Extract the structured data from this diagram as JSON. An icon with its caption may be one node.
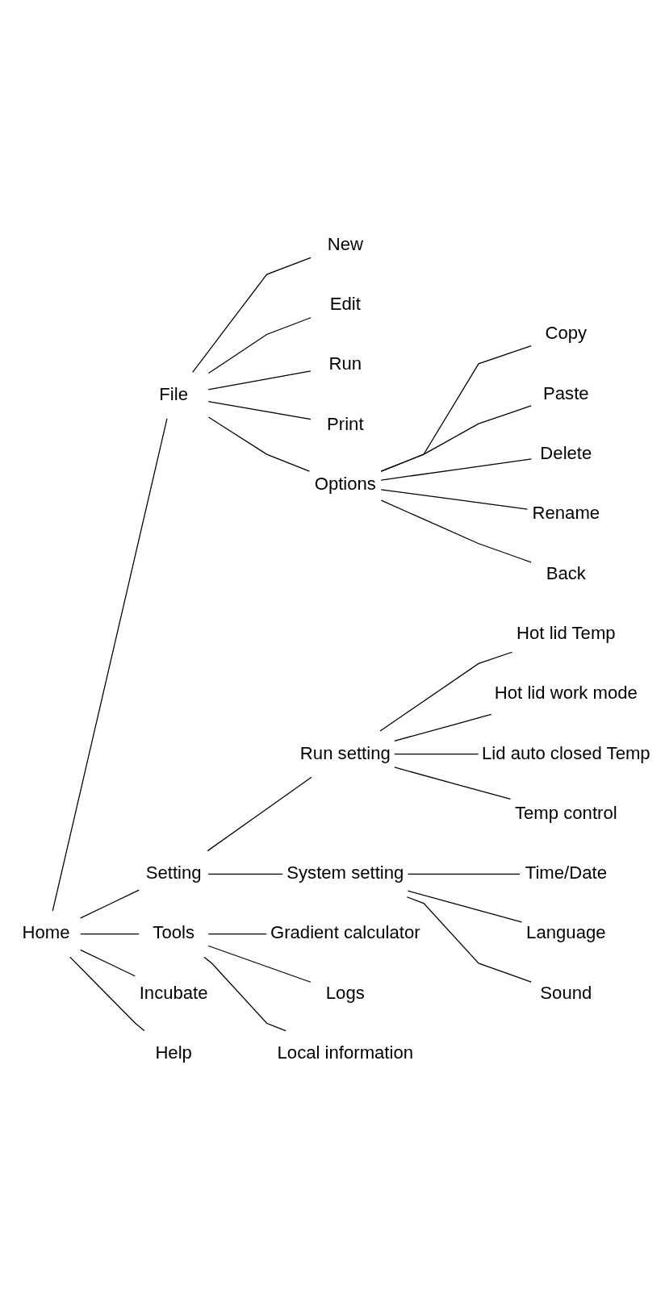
{
  "diagram": {
    "nodes": [
      {
        "text": [
          "Home"
        ]
      },
      {
        "text": [
          "File"
        ]
      },
      {
        "text": [
          "New"
        ]
      },
      {
        "text": [
          "Edit"
        ]
      },
      {
        "text": [
          "Run"
        ]
      },
      {
        "text": [
          "Print"
        ]
      },
      {
        "text": [
          "Options"
        ]
      },
      {
        "text": [
          "Copy"
        ]
      },
      {
        "text": [
          "Paste"
        ]
      },
      {
        "text": [
          "Delete"
        ]
      },
      {
        "text": [
          "Rename"
        ]
      },
      {
        "text": [
          "Back"
        ]
      },
      {
        "text": [
          "Setting"
        ]
      },
      {
        "text": [
          "Run setting"
        ]
      },
      {
        "text": [
          "Hot lid Temp"
        ]
      },
      {
        "text": [
          "Hot lid work mode"
        ]
      },
      {
        "text": [
          "Lid auto closed Temp"
        ]
      },
      {
        "text": [
          "Temp control"
        ]
      },
      {
        "text": [
          "System setting"
        ]
      },
      {
        "text": [
          "Time/Date"
        ]
      },
      {
        "text": [
          "Language"
        ]
      },
      {
        "text": [
          "Sound"
        ]
      },
      {
        "text": [
          "Tools"
        ]
      },
      {
        "text": [
          "Gradient calculator"
        ]
      },
      {
        "text": [
          "Logs"
        ]
      },
      {
        "text": [
          "Local information"
        ]
      },
      {
        "text": [
          "Incubate"
        ]
      },
      {
        "text": [
          "Help"
        ]
      }
    ],
    "edges": [
      {
        "from": 0,
        "to": 1,
        "arrow": "none"
      },
      {
        "from": 1,
        "to": 2,
        "arrow": "none"
      },
      {
        "from": 1,
        "to": 3,
        "arrow": "none"
      },
      {
        "from": 1,
        "to": 4,
        "arrow": "none"
      },
      {
        "from": 1,
        "to": 5,
        "arrow": "none"
      },
      {
        "from": 1,
        "to": 6,
        "arrow": "none"
      },
      {
        "from": 6,
        "to": 7,
        "arrow": "none"
      },
      {
        "from": 6,
        "to": 8,
        "arrow": "none"
      },
      {
        "from": 6,
        "to": 9,
        "arrow": "none"
      },
      {
        "from": 6,
        "to": 10,
        "arrow": "none"
      },
      {
        "from": 6,
        "to": 11,
        "arrow": "none"
      },
      {
        "from": 0,
        "to": 12,
        "arrow": "none"
      },
      {
        "from": 12,
        "to": 13,
        "arrow": "none"
      },
      {
        "from": 13,
        "to": 14,
        "arrow": "none"
      },
      {
        "from": 13,
        "to": 15,
        "arrow": "none"
      },
      {
        "from": 13,
        "to": 16,
        "arrow": "none"
      },
      {
        "from": 13,
        "to": 17,
        "arrow": "none"
      },
      {
        "from": 12,
        "to": 18,
        "arrow": "none"
      },
      {
        "from": 18,
        "to": 19,
        "arrow": "none"
      },
      {
        "from": 18,
        "to": 20,
        "arrow": "none"
      },
      {
        "from": 18,
        "to": 21,
        "arrow": "none"
      },
      {
        "from": 0,
        "to": 22,
        "arrow": "none"
      },
      {
        "from": 22,
        "to": 23,
        "arrow": "none"
      },
      {
        "from": 22,
        "to": 24,
        "arrow": "none"
      },
      {
        "from": 22,
        "to": 25,
        "arrow": "none"
      },
      {
        "from": 0,
        "to": 26,
        "arrow": "none"
      },
      {
        "from": 0,
        "to": 27,
        "arrow": "none"
      }
    ]
  }
}
